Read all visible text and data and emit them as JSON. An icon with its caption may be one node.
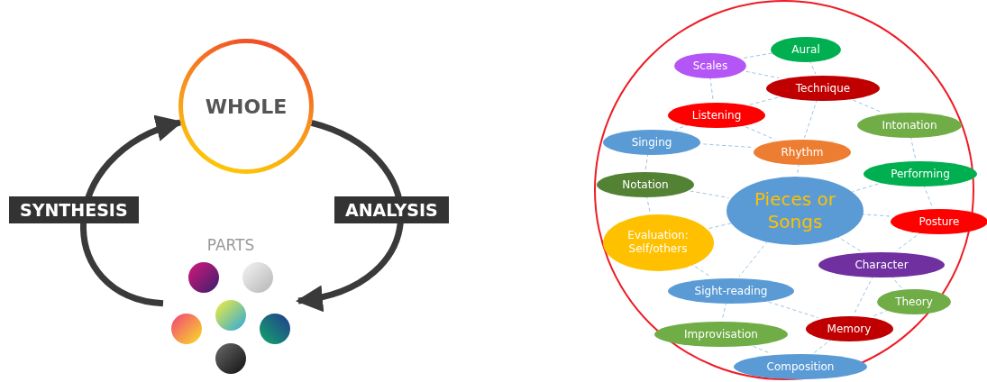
{
  "diagram": {
    "nodes": [
      {
        "text": [
          "WHOLE"
        ]
      },
      {
        "text": [
          "PARTS"
        ]
      },
      {
        "text": [],
        "shape": "circle",
        "in": 1
      },
      {
        "text": [],
        "shape": "circle",
        "in": 1
      },
      {
        "text": [],
        "shape": "circle",
        "in": 1
      },
      {
        "text": [],
        "shape": "circle",
        "in": 1
      },
      {
        "text": [],
        "shape": "circle",
        "in": 1
      },
      {
        "text": [],
        "shape": "circle",
        "in": 1
      },
      {
        "text": [],
        "shape": "circle"
      },
      {
        "text": [
          "Aural"
        ],
        "in": 8
      },
      {
        "text": [
          "Scales"
        ],
        "in": 8
      },
      {
        "text": [
          "Technique"
        ],
        "in": 8
      },
      {
        "text": [
          "Listening"
        ],
        "in": 8
      },
      {
        "text": [
          "Intonation"
        ],
        "in": 8
      },
      {
        "text": [
          "Singing"
        ],
        "in": 8
      },
      {
        "text": [
          "Rhythm"
        ],
        "in": 8
      },
      {
        "text": [
          "Performing"
        ],
        "in": 8
      },
      {
        "text": [
          "Notation"
        ],
        "in": 8
      },
      {
        "text": [
          "Pieces or Songs"
        ],
        "in": 8
      },
      {
        "text": [
          "Posture"
        ],
        "in": 8
      },
      {
        "text": [
          "Evaluation: Self/others"
        ],
        "in": 8
      },
      {
        "text": [
          "Character"
        ],
        "in": 8
      },
      {
        "text": [
          "Sight-reading"
        ],
        "in": 8
      },
      {
        "text": [
          "Theory"
        ],
        "in": 8
      },
      {
        "text": [
          "Improvisation"
        ],
        "in": 8
      },
      {
        "text": [
          "Memory"
        ],
        "in": 8
      },
      {
        "text": [
          "Composition"
        ],
        "in": 8
      }
    ],
    "edges": [
      {
        "from": 1,
        "to": 0,
        "arrow": "to",
        "label": "SYNTHESIS",
        "style": "thick",
        "color": "#3a3a3a"
      },
      {
        "from": 0,
        "to": 1,
        "arrow": "to",
        "label": "ANALYSIS",
        "style": "thick",
        "color": "#3a3a3a"
      },
      {
        "from": 9,
        "to": 10,
        "arrow": "none",
        "style": "dashed"
      },
      {
        "from": 9,
        "to": 11,
        "arrow": "none",
        "style": "dashed"
      },
      {
        "from": 10,
        "to": 11,
        "arrow": "none",
        "style": "dashed"
      },
      {
        "from": 10,
        "to": 12,
        "arrow": "none",
        "style": "dashed"
      },
      {
        "from": 11,
        "to": 12,
        "arrow": "none",
        "style": "dashed"
      },
      {
        "from": 11,
        "to": 13,
        "arrow": "none",
        "style": "dashed"
      },
      {
        "from": 11,
        "to": 15,
        "arrow": "none",
        "style": "dashed"
      },
      {
        "from": 12,
        "to": 14,
        "arrow": "none",
        "style": "dashed"
      },
      {
        "from": 12,
        "to": 15,
        "arrow": "none",
        "style": "dashed"
      },
      {
        "from": 13,
        "to": 16,
        "arrow": "none",
        "style": "dashed"
      },
      {
        "from": 14,
        "to": 15,
        "arrow": "none",
        "style": "dashed"
      },
      {
        "from": 14,
        "to": 17,
        "arrow": "none",
        "style": "dashed"
      },
      {
        "from": 15,
        "to": 18,
        "arrow": "none",
        "style": "dashed"
      },
      {
        "from": 16,
        "to": 18,
        "arrow": "none",
        "style": "dashed"
      },
      {
        "from": 16,
        "to": 19,
        "arrow": "none",
        "style": "dashed"
      },
      {
        "from": 17,
        "to": 18,
        "arrow": "none",
        "style": "dashed"
      },
      {
        "from": 17,
        "to": 20,
        "arrow": "none",
        "style": "dashed"
      },
      {
        "from": 18,
        "to": 19,
        "arrow": "none",
        "style": "dashed"
      },
      {
        "from": 18,
        "to": 20,
        "arrow": "none",
        "style": "dashed"
      },
      {
        "from": 18,
        "to": 21,
        "arrow": "none",
        "style": "dashed"
      },
      {
        "from": 18,
        "to": 22,
        "arrow": "none",
        "style": "dashed"
      },
      {
        "from": 19,
        "to": 21,
        "arrow": "none",
        "style": "dashed"
      },
      {
        "from": 20,
        "to": 22,
        "arrow": "none",
        "style": "dashed"
      },
      {
        "from": 21,
        "to": 23,
        "arrow": "none",
        "style": "dashed"
      },
      {
        "from": 21,
        "to": 25,
        "arrow": "none",
        "style": "dashed"
      },
      {
        "from": 22,
        "to": 24,
        "arrow": "none",
        "style": "dashed"
      },
      {
        "from": 22,
        "to": 25,
        "arrow": "none",
        "style": "dashed"
      },
      {
        "from": 23,
        "to": 25,
        "arrow": "none",
        "style": "dashed"
      },
      {
        "from": 24,
        "to": 26,
        "arrow": "none",
        "style": "dashed"
      },
      {
        "from": 25,
        "to": 26,
        "arrow": "none",
        "style": "dashed"
      }
    ]
  }
}
